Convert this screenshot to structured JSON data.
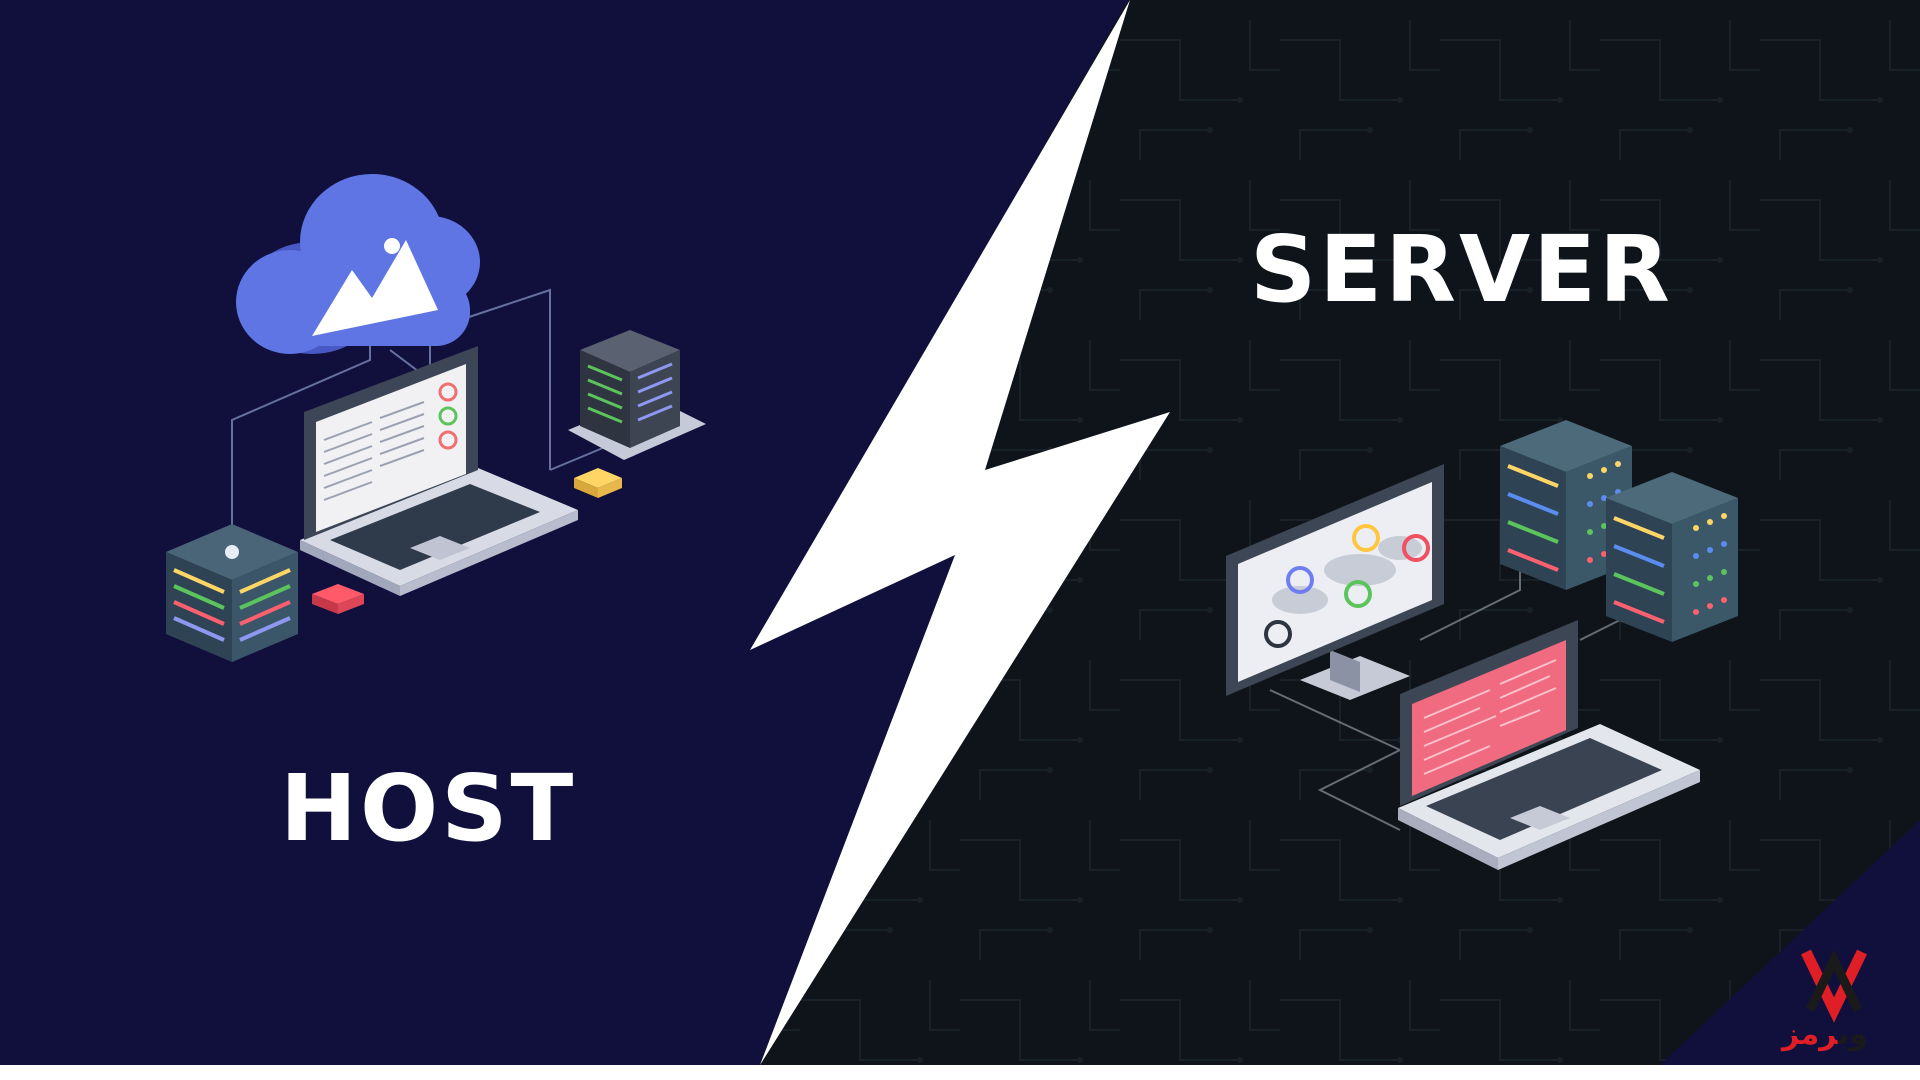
{
  "left_panel": {
    "title": "HOST",
    "background_color": "#11103d"
  },
  "right_panel": {
    "title": "SERVER",
    "background_color": "#0e1419"
  },
  "divider": {
    "icon": "lightning-bolt-icon",
    "color": "#ffffff"
  },
  "brand": {
    "logo_icon": "webramz-logo-icon",
    "word_part_1": "وب",
    "word_part_2": "رمز",
    "color_red": "#e01e26",
    "color_dark": "#1a1a1a"
  },
  "illustrations": {
    "host": [
      "cloud-icon",
      "laptop-icon",
      "server-rack-icon",
      "database-stack-icon"
    ],
    "server": [
      "monitor-icon",
      "server-stack-icon",
      "laptop-icon"
    ]
  }
}
